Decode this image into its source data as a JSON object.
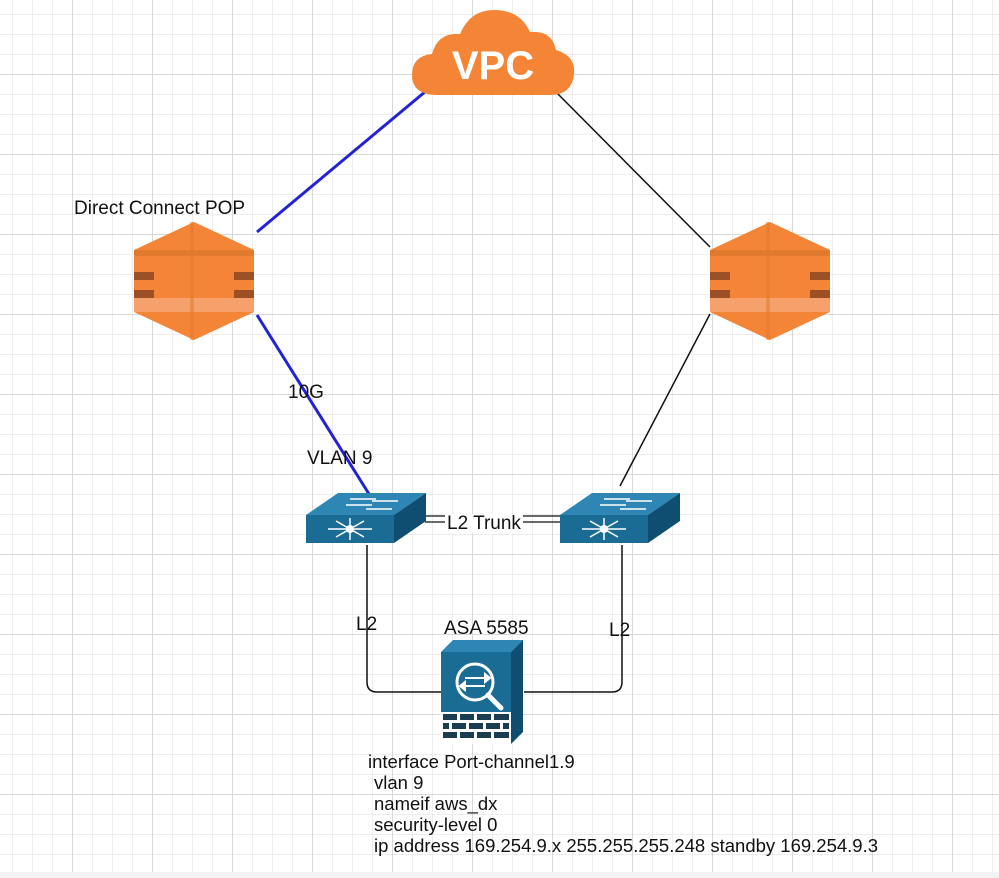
{
  "cloud": {
    "label": "VPC",
    "color": "#f58536"
  },
  "direct_connect": {
    "label": "Direct Connect POP"
  },
  "links": {
    "speed_label": "10G",
    "vlan_label": "VLAN 9",
    "trunk_label": "L2 Trunk",
    "left_l2_label": "L2",
    "right_l2_label": "L2"
  },
  "firewall": {
    "label": "ASA 5585"
  },
  "config": {
    "lines": [
      "interface Port-channel1.9",
      "vlan 9",
      "nameif aws_dx",
      "security-level 0",
      "ip address 169.254.9.x 255.255.255.248 standby 169.254.9.3"
    ]
  },
  "colors": {
    "aws_orange": "#f58536",
    "aws_orange_dark": "#9d5025",
    "cisco_blue": "#1b6c95",
    "direct_link": "#2323d6",
    "standard_link": "#111111"
  },
  "icons": [
    "cloud-icon",
    "direct-connect-icon",
    "switch-icon",
    "firewall-icon"
  ]
}
